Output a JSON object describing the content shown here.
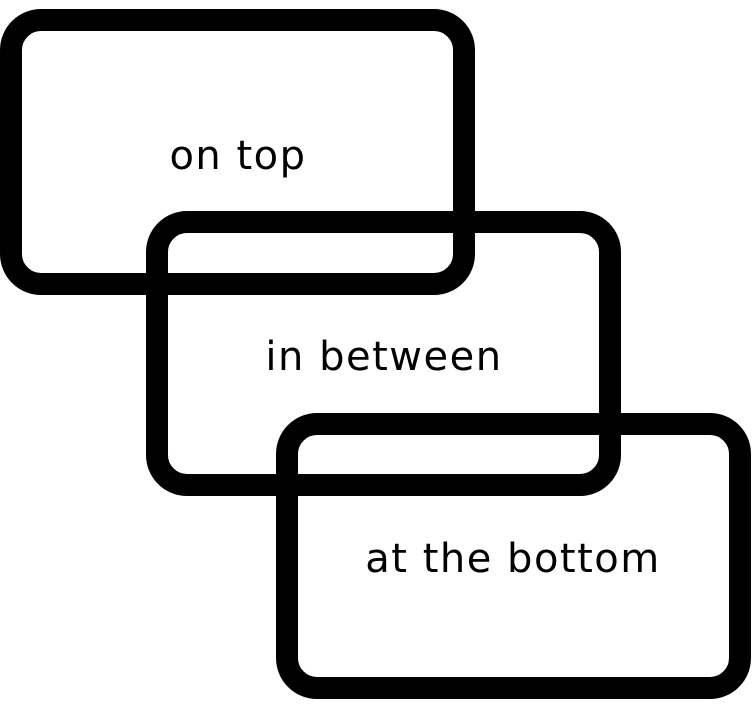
{
  "diagram": {
    "boxes": [
      {
        "label": "on top"
      },
      {
        "label": "in between"
      },
      {
        "label": "at the bottom"
      }
    ]
  }
}
